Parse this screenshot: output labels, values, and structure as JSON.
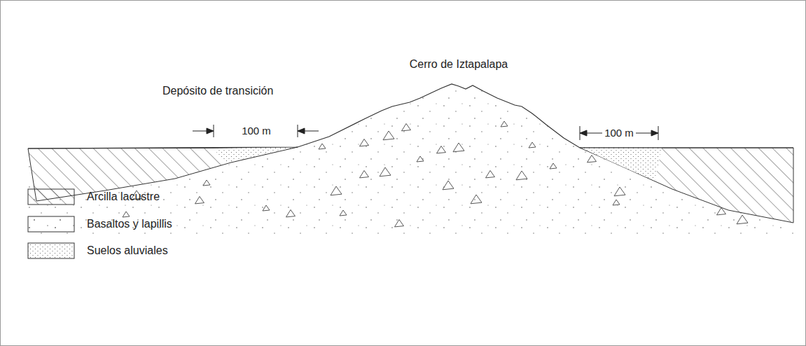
{
  "diagram": {
    "labels": [
      "Cerro de Iztapalapa",
      "Depósito de transición",
      "100 m",
      "100 m"
    ],
    "legend": [
      {
        "text": "Arcilla lacustre"
      },
      {
        "text": "Basaltos y lapillis"
      },
      {
        "text": "Suelos aluviales"
      }
    ]
  }
}
